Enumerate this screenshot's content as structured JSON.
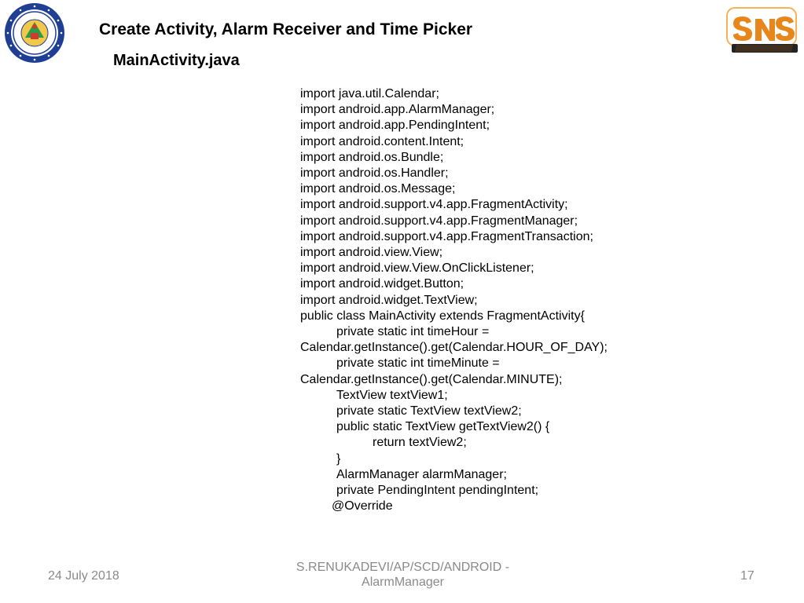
{
  "slide": {
    "title": "Create Activity, Alarm Receiver and Time Picker",
    "subtitle": "MainActivity.java"
  },
  "code_lines": [
    {
      "text": "import java.util.Calendar;",
      "indent": 0
    },
    {
      "text": "import android.app.AlarmManager;",
      "indent": 0
    },
    {
      "text": "import android.app.PendingIntent;",
      "indent": 0
    },
    {
      "text": "import android.content.Intent;",
      "indent": 0
    },
    {
      "text": "import android.os.Bundle;",
      "indent": 0
    },
    {
      "text": "import android.os.Handler;",
      "indent": 0
    },
    {
      "text": "import android.os.Message;",
      "indent": 0
    },
    {
      "text": "import android.support.v4.app.FragmentActivity;",
      "indent": 0
    },
    {
      "text": "import android.support.v4.app.FragmentManager;",
      "indent": 0
    },
    {
      "text": "import android.support.v4.app.FragmentTransaction;",
      "indent": 0
    },
    {
      "text": "import android.view.View;",
      "indent": 0
    },
    {
      "text": "import android.view.View.OnClickListener;",
      "indent": 0
    },
    {
      "text": "import android.widget.Button;",
      "indent": 0
    },
    {
      "text": "import android.widget.TextView;",
      "indent": 0
    },
    {
      "text": "public class MainActivity extends FragmentActivity{",
      "indent": 0
    },
    {
      "text": "private static int timeHour =",
      "indent": 1
    },
    {
      "text": "Calendar.getInstance().get(Calendar.HOUR_OF_DAY);",
      "indent": 0
    },
    {
      "text": "private static int timeMinute =",
      "indent": 1
    },
    {
      "text": "Calendar.getInstance().get(Calendar.MINUTE);",
      "indent": 0
    },
    {
      "text": "TextView textView1;",
      "indent": 1
    },
    {
      "text": "private static TextView textView2;",
      "indent": 1
    },
    {
      "text": "public static TextView getTextView2() {",
      "indent": 1
    },
    {
      "text": "return textView2;",
      "indent": 2
    },
    {
      "text": "}",
      "indent": 1
    },
    {
      "text": "AlarmManager alarmManager;",
      "indent": 1
    },
    {
      "text": "private PendingIntent pendingIntent;",
      "indent": 1
    },
    {
      "text": "@Override",
      "indent": 3
    }
  ],
  "footer": {
    "date": "24 July 2018",
    "author_line1": "S.RENUKADEVI/AP/SCD/ANDROID -",
    "author_line2": "AlarmManager",
    "page_number": "17"
  },
  "logos": {
    "left": {
      "icon": "college-seal-icon",
      "color": "#1f3f94"
    },
    "right": {
      "icon": "sns-institutions-logo-icon",
      "color": "#e8861c"
    }
  }
}
